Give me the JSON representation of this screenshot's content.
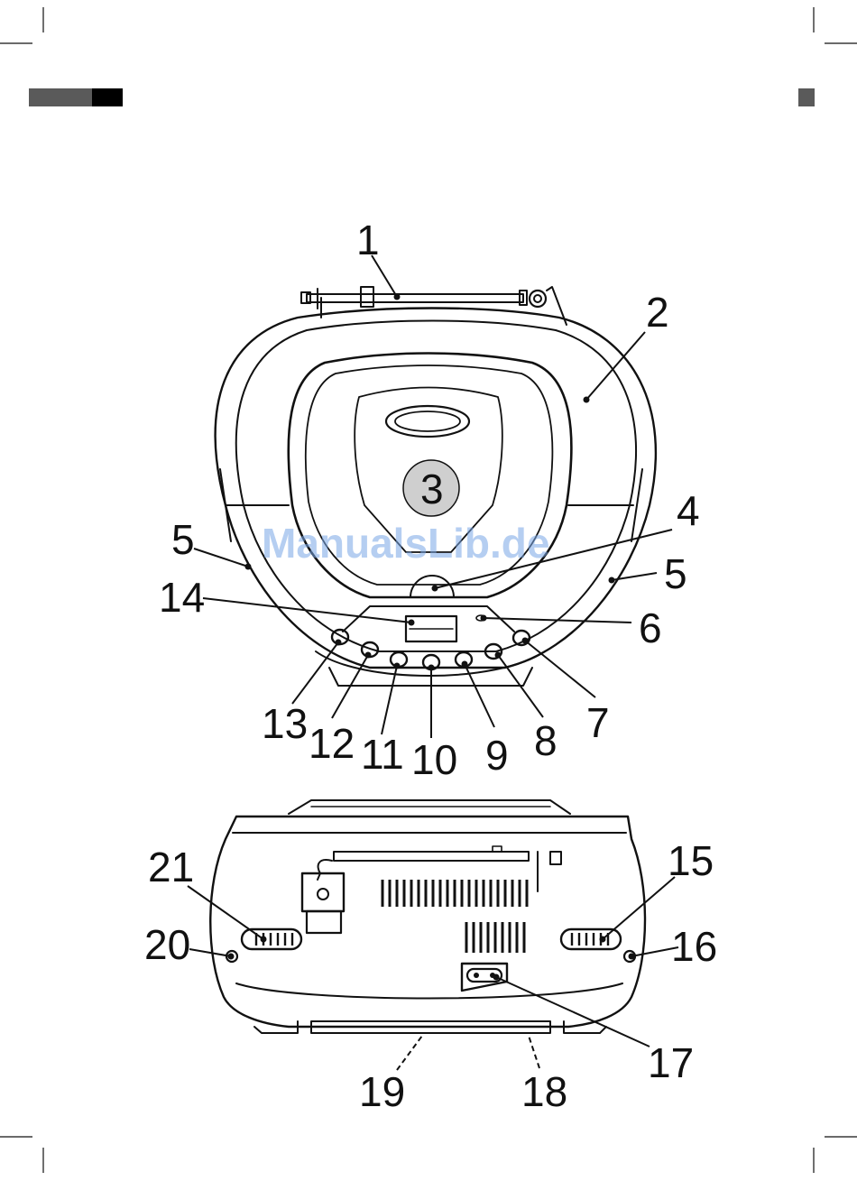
{
  "watermark": "ManualsLib.de",
  "top_view": {
    "callouts": {
      "c1": "1",
      "c2": "2",
      "c3": "3",
      "c4": "4",
      "c5_left": "5",
      "c5_right": "5",
      "c6": "6",
      "c7": "7",
      "c8": "8",
      "c9": "9",
      "c10": "10",
      "c11": "11",
      "c12": "12",
      "c13": "13",
      "c14": "14"
    }
  },
  "rear_view": {
    "callouts": {
      "c15": "15",
      "c16": "16",
      "c17": "17",
      "c18": "18",
      "c19": "19",
      "c20": "20",
      "c21": "21"
    }
  },
  "colors": {
    "line": "#111111",
    "header_bar_dark": "#5a5a5a",
    "header_bar_black": "#000000",
    "badge_fill": "#cfcfcf",
    "watermark": "#7aa7e6"
  }
}
